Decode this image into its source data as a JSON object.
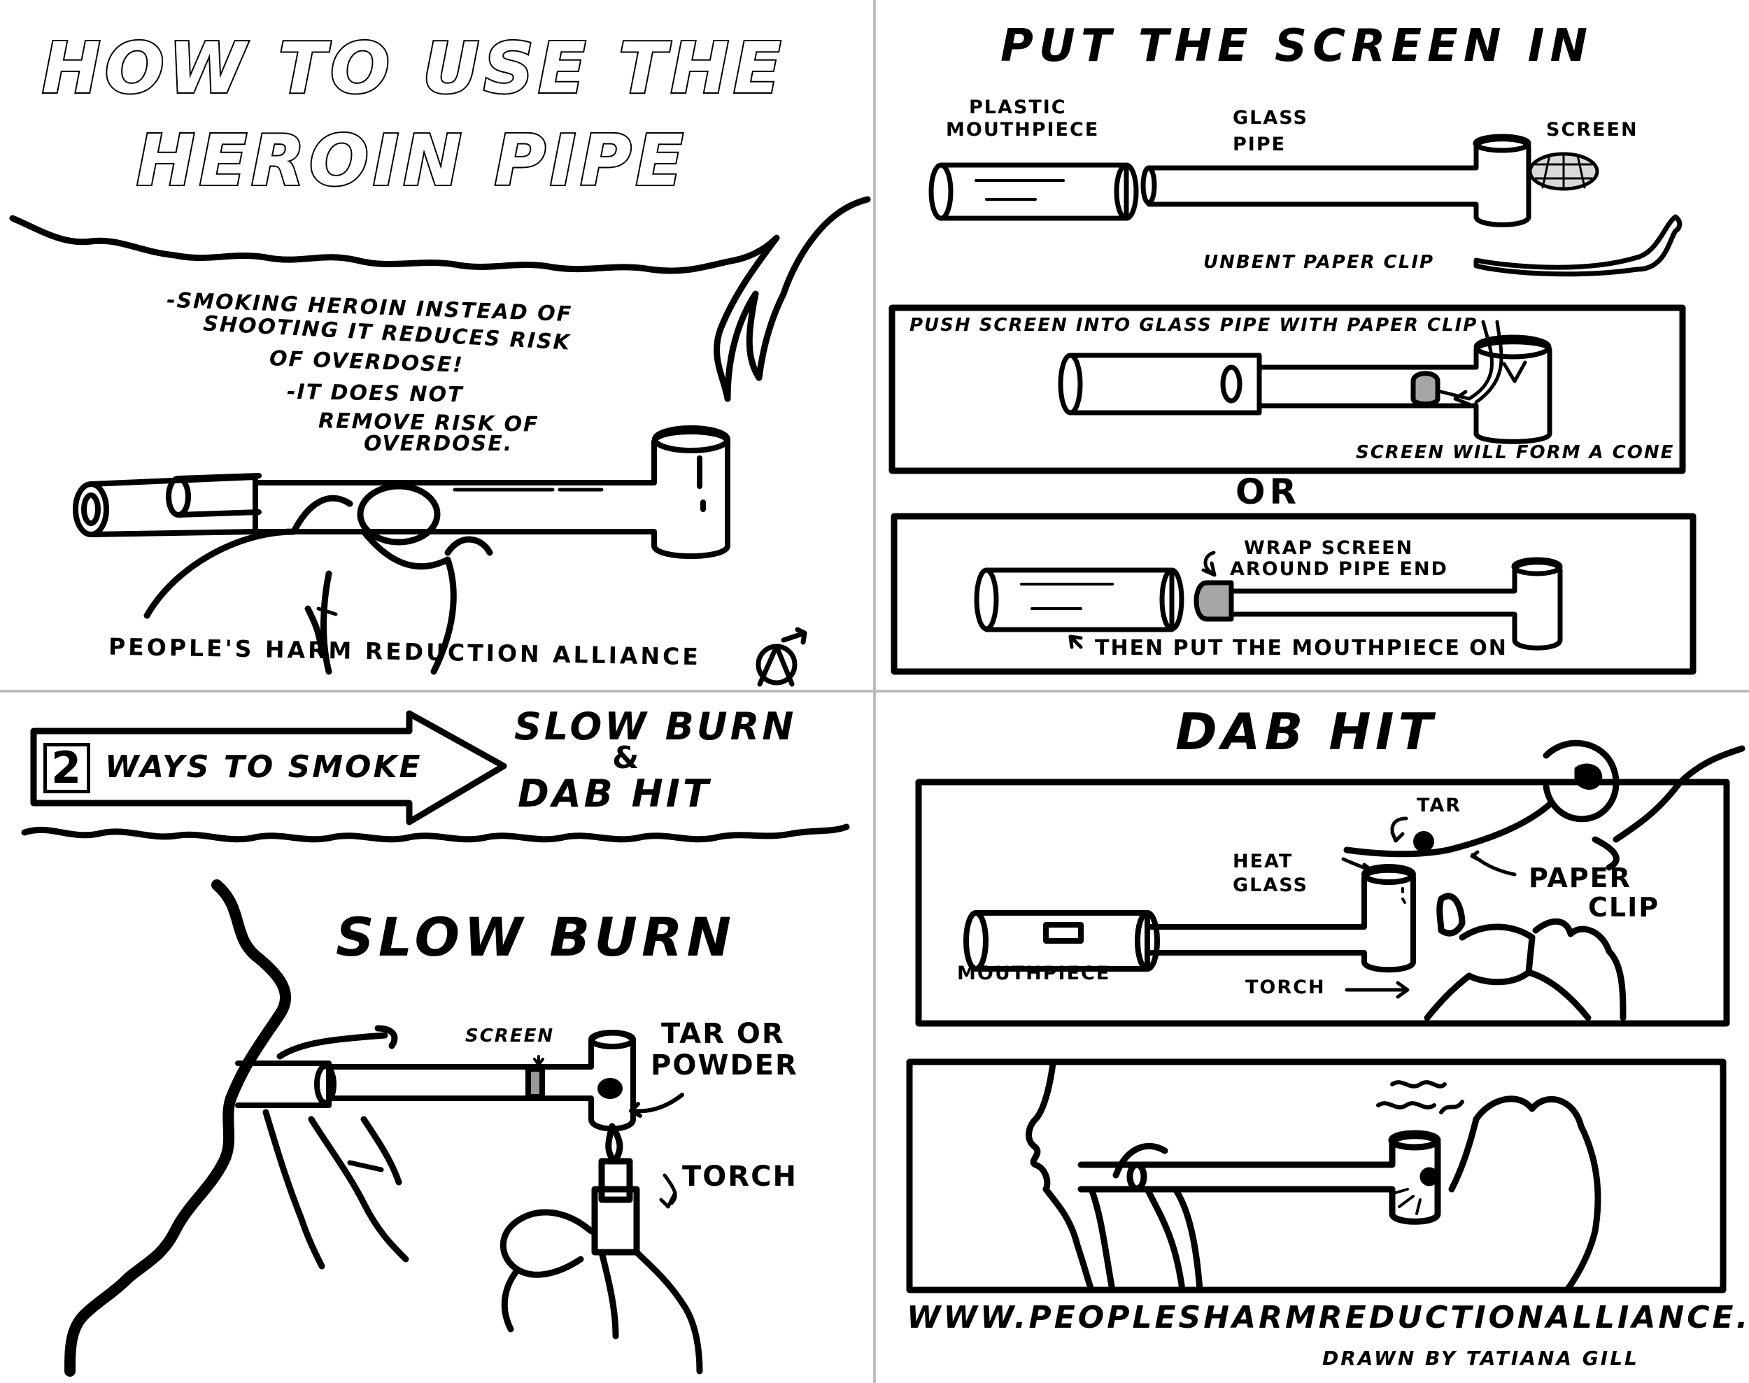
{
  "panel_1": {
    "title_line_1": "HOW TO USE THE",
    "title_line_2": "HEROIN PIPE",
    "note_1_line_1": "-SMOKING HEROIN INSTEAD OF",
    "note_1_line_2": "SHOOTING IT REDUCES RISK",
    "note_1_line_3": "OF OVERDOSE!",
    "note_2_line_1": "-IT DOES NOT",
    "note_2_line_2": "REMOVE RISK OF",
    "note_2_line_3": "OVERDOSE.",
    "organization": "PEOPLE'S HARM REDUCTION ALLIANCE"
  },
  "panel_2": {
    "title": "PUT THE SCREEN IN",
    "label_mouthpiece_line_1": "PLASTIC",
    "label_mouthpiece_line_2": "MOUTHPIECE",
    "label_glass_pipe_line_1": "GLASS",
    "label_glass_pipe_line_2": "PIPE",
    "label_screen": "SCREEN",
    "label_paper_clip": "UNBENT PAPER CLIP",
    "step_1": "PUSH SCREEN INTO GLASS PIPE WITH PAPER CLIP",
    "step_1_result": "SCREEN WILL FORM A CONE",
    "or": "OR",
    "step_2_line_1": "WRAP SCREEN",
    "step_2_line_2": "AROUND PIPE END",
    "step_2_result": "THEN PUT THE MOUTHPIECE ON"
  },
  "panel_3": {
    "arrow_number": "2",
    "arrow_text": "WAYS TO SMOKE",
    "method_1": "SLOW BURN",
    "ampersand": "&",
    "method_2": "DAB HIT",
    "title": "SLOW BURN",
    "label_screen": "SCREEN",
    "label_tar_line_1": "TAR OR",
    "label_tar_line_2": "POWDER",
    "label_torch": "TORCH"
  },
  "panel_4": {
    "title": "DAB HIT",
    "label_tar": "TAR",
    "label_heat_line_1": "HEAT",
    "label_heat_line_2": "GLASS",
    "label_paper_line_1": "PAPER",
    "label_paper_line_2": "CLIP",
    "label_mouthpiece": "MOUTHPIECE",
    "label_torch": "TORCH",
    "website": "WWW.PEOPLESHARMREDUCTIONALLIANCE.ORG",
    "credit": "DRAWN BY TATIANA GILL"
  },
  "colors": {
    "ink": "#000000",
    "paper": "#ffffff",
    "divider": "#bdbdbd"
  }
}
